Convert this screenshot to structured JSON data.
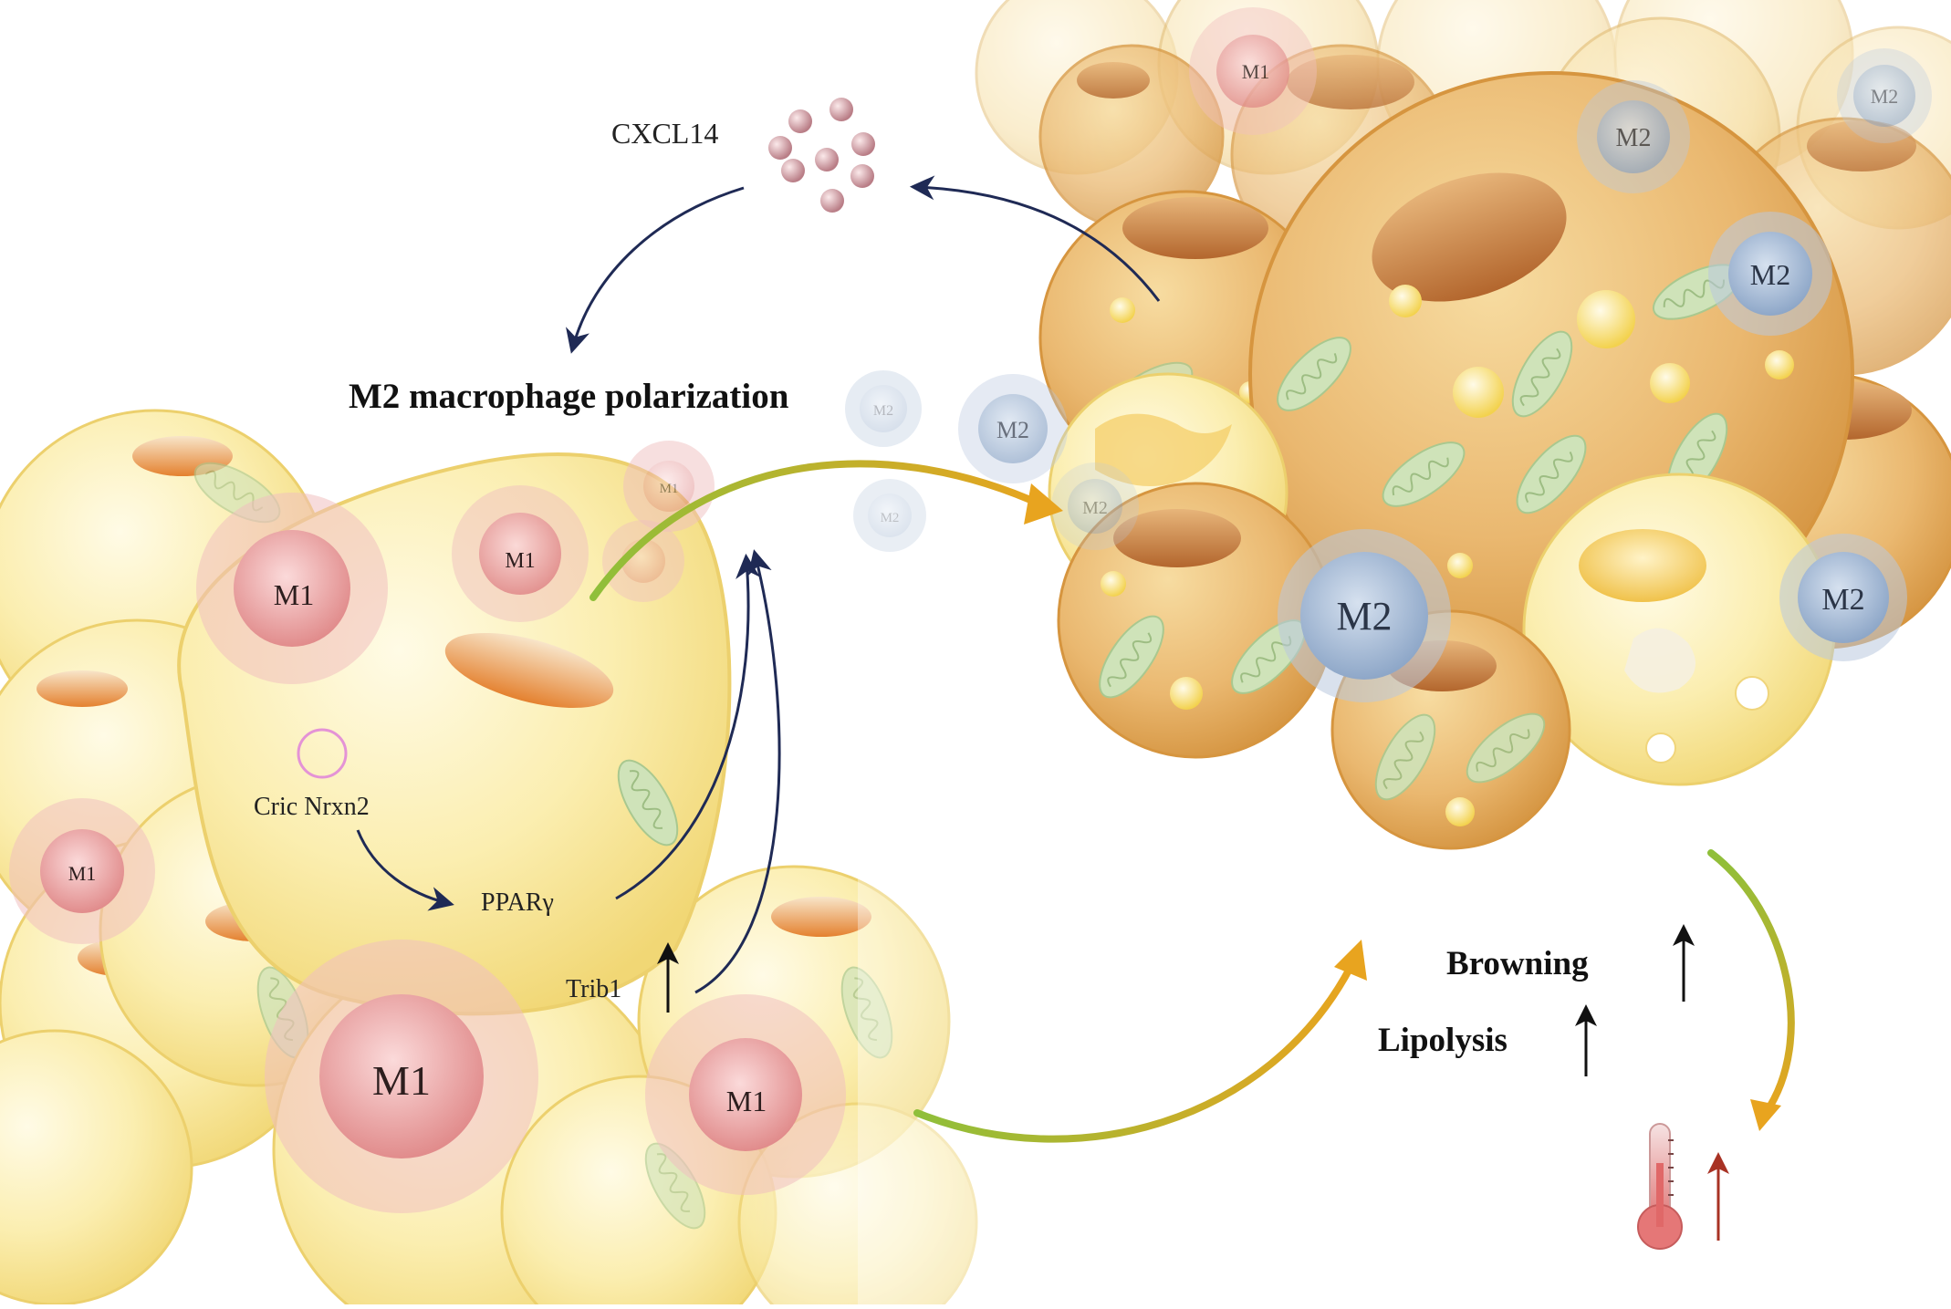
{
  "labels": {
    "cxcl14": "CXCL14",
    "m2_polarization": "M2 macrophage polarization",
    "cric_nrxn2": "Cric Nrxn2",
    "ppar_gamma": "PPARγ",
    "trib1": "Trib1",
    "browning": "Browning",
    "lipolysis": "Lipolysis",
    "m1": "M1",
    "m2": "M2"
  },
  "colors": {
    "white_fat": "#f6e79a",
    "brown_fat": "#dca158",
    "m1_cell": "#e79a9a",
    "m2_cell": "#9fb3cf",
    "mito": "#c9dfb3",
    "dark_arrow": "#1f2a55",
    "gradient_arrow_start": "#8fbf3a",
    "gradient_arrow_end": "#e8a41f",
    "thermo_arrow": "#a83224"
  },
  "icons": [
    "thermometer-icon",
    "up-arrow-icon"
  ]
}
